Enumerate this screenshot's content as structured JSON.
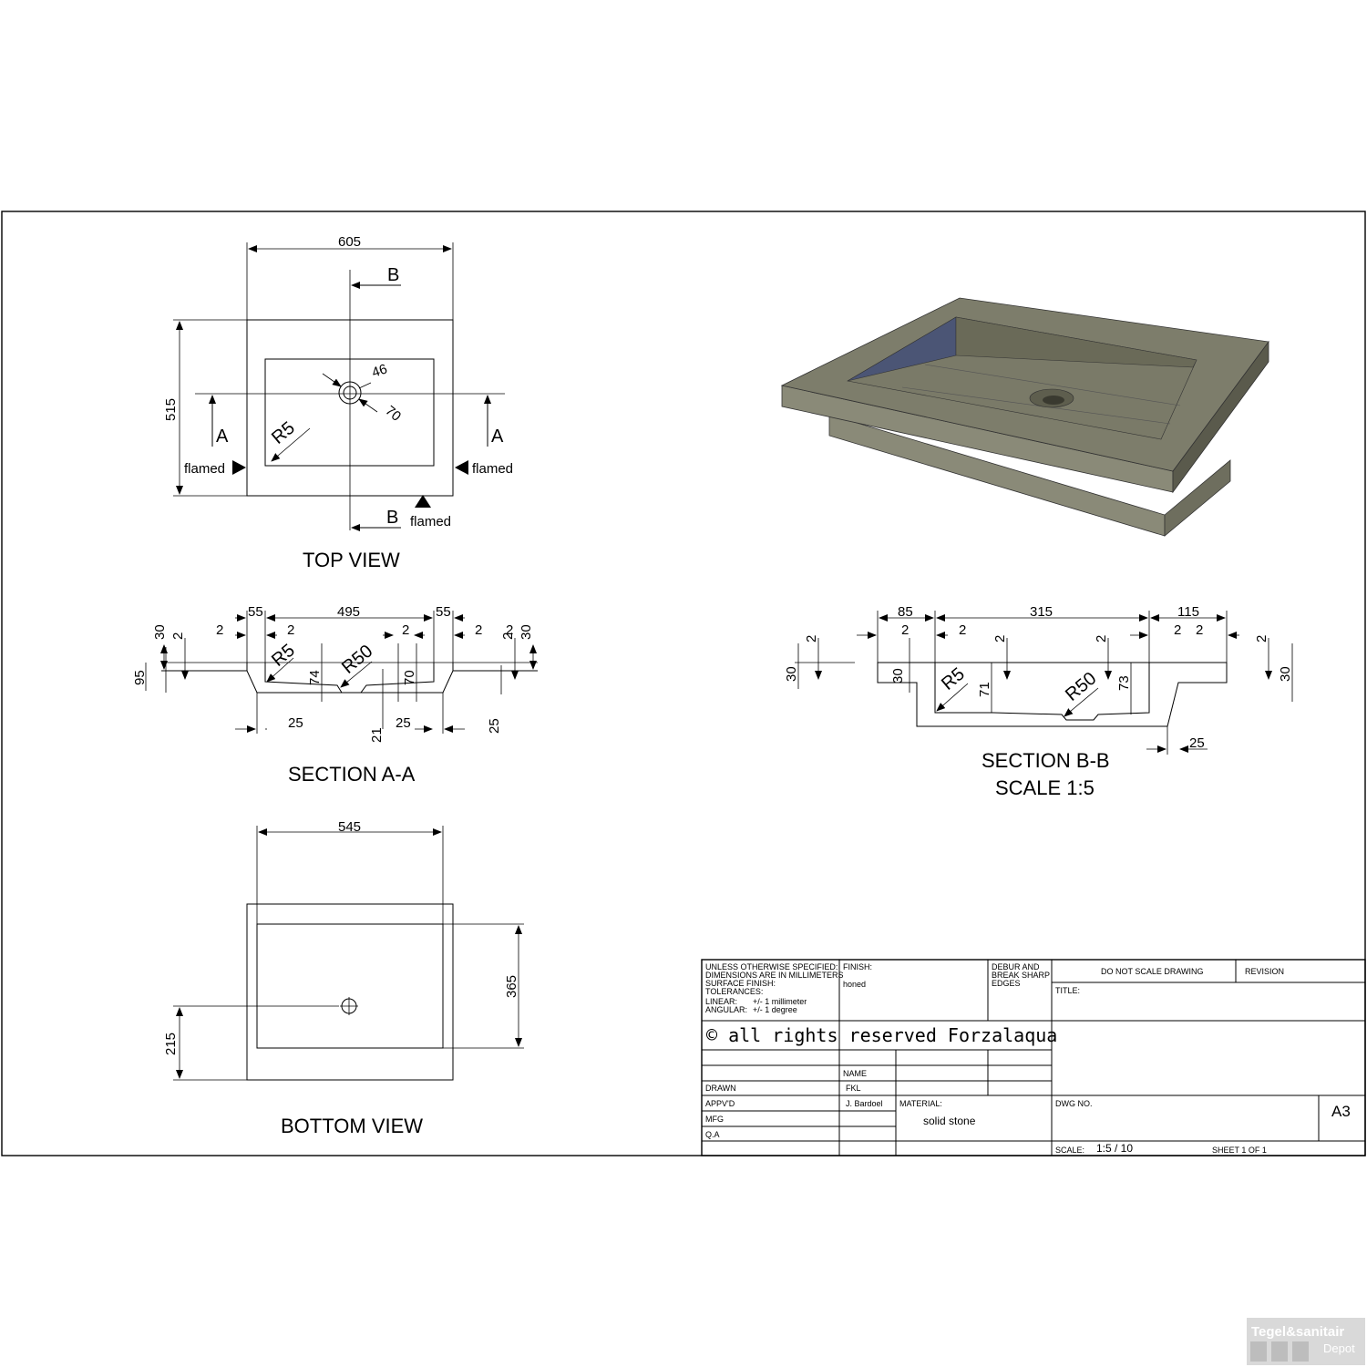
{
  "views": {
    "top": {
      "title": "TOP VIEW",
      "dims": {
        "width": "605",
        "height": "515",
        "hole_a": "46",
        "hole_b": "70",
        "radius": "R5"
      },
      "section_letters": {
        "a": "A",
        "b": "B"
      },
      "flamed": "flamed"
    },
    "section_aa": {
      "title": "SECTION A-A",
      "dims": {
        "d55": "55",
        "d495": "495",
        "d2": "2",
        "d30": "30",
        "d95": "95",
        "d25": "25",
        "d21": "21",
        "d74": "74",
        "d70": "70",
        "r5": "R5",
        "r50": "R50"
      }
    },
    "bottom": {
      "title": "BOTTOM VIEW",
      "dims": {
        "width": "545",
        "height": "365",
        "offset": "215"
      }
    },
    "section_bb": {
      "title": "SECTION B-B",
      "scale": "SCALE 1:5",
      "dims": {
        "d85": "85",
        "d315": "315",
        "d115": "115",
        "d2": "2",
        "d30": "30",
        "d71": "71",
        "d73": "73",
        "d25": "25",
        "r5": "R5",
        "r50": "R50"
      }
    }
  },
  "title_block": {
    "notes": [
      "UNLESS OTHERWISE SPECIFIED:",
      "DIMENSIONS ARE IN MILLIMETERS",
      "SURFACE FINISH:",
      "TOLERANCES:",
      "LINEAR:",
      "ANGULAR:"
    ],
    "tol_linear": "+/- 1 millimeter",
    "tol_angular": "+/- 1 degree",
    "finish_label": "FINISH:",
    "finish_value": "honed",
    "debur": [
      "DEBUR AND",
      "BREAK SHARP",
      "EDGES"
    ],
    "do_not_scale": "DO NOT SCALE DRAWING",
    "revision": "REVISION",
    "title_label": "TITLE:",
    "copyright": "© all rights reserved Forzalaqua",
    "name_label": "NAME",
    "drawn": "DRAWN",
    "drawn_name": "FKL",
    "apprvd": "APPV'D",
    "apprvd_name": "J. Bardoel",
    "mfg": "MFG",
    "qa": "Q.A",
    "material_label": "MATERIAL:",
    "material_value": "solid stone",
    "dwg_no": "DWG NO.",
    "size": "A3",
    "scale_label": "SCALE:",
    "scale_value": "1:5 / 10",
    "sheet": "SHEET 1 OF 1"
  },
  "watermark": {
    "line1": "Tegel&sanitair",
    "line2": "Depot"
  },
  "colors": {
    "stone_top": "#7d7d6b",
    "stone_side": "#8a8a78",
    "inner_wall": "#4b5575",
    "watermark_bg": "#d9d9d9"
  }
}
